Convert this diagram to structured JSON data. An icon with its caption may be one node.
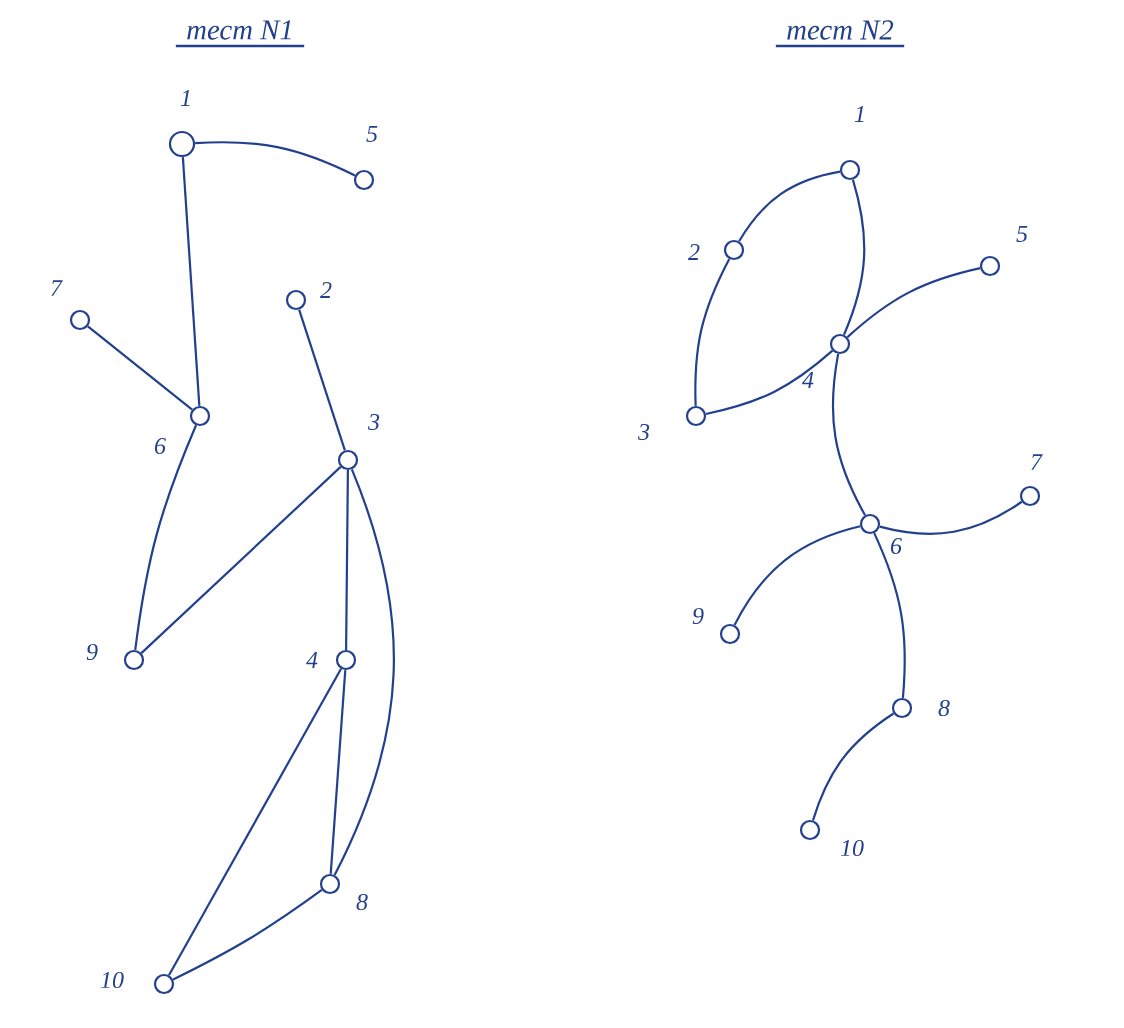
{
  "diagram": {
    "nodes": [
      {
        "text": [],
        "shape": "circle",
        "beside": [
          "1"
        ]
      },
      {
        "text": [],
        "shape": "circle",
        "beside": [
          "5"
        ]
      },
      {
        "text": [],
        "shape": "circle",
        "beside": [
          "7"
        ]
      },
      {
        "text": [],
        "shape": "circle",
        "beside": [
          "2"
        ]
      },
      {
        "text": [],
        "shape": "circle",
        "beside": [
          "6"
        ]
      },
      {
        "text": [],
        "shape": "circle",
        "beside": [
          "3"
        ]
      },
      {
        "text": [],
        "shape": "circle",
        "beside": [
          "9"
        ]
      },
      {
        "text": [],
        "shape": "circle",
        "beside": [
          "4"
        ]
      },
      {
        "text": [],
        "shape": "circle",
        "beside": [
          "8"
        ]
      },
      {
        "text": [],
        "shape": "circle",
        "beside": [
          "10"
        ]
      },
      {
        "text": [],
        "shape": "circle",
        "beside": [
          "1"
        ]
      },
      {
        "text": [],
        "shape": "circle",
        "beside": [
          "2"
        ]
      },
      {
        "text": [],
        "shape": "circle",
        "beside": [
          "5"
        ]
      },
      {
        "text": [],
        "shape": "circle",
        "beside": [
          "4"
        ]
      },
      {
        "text": [],
        "shape": "circle",
        "beside": [
          "3"
        ]
      },
      {
        "text": [],
        "shape": "circle",
        "beside": [
          "6"
        ]
      },
      {
        "text": [],
        "shape": "circle",
        "beside": [
          "7"
        ]
      },
      {
        "text": [],
        "shape": "circle",
        "beside": [
          "9"
        ]
      },
      {
        "text": [],
        "shape": "circle",
        "beside": [
          "8"
        ]
      },
      {
        "text": [],
        "shape": "circle",
        "beside": [
          "10"
        ]
      }
    ],
    "edges": [
      {
        "from": 0,
        "to": 1,
        "arrow": "none"
      },
      {
        "from": 0,
        "to": 4,
        "arrow": "none"
      },
      {
        "from": 2,
        "to": 4,
        "arrow": "none"
      },
      {
        "from": 4,
        "to": 6,
        "arrow": "none"
      },
      {
        "from": 6,
        "to": 5,
        "arrow": "none"
      },
      {
        "from": 3,
        "to": 5,
        "arrow": "none"
      },
      {
        "from": 5,
        "to": 7,
        "arrow": "none"
      },
      {
        "from": 5,
        "to": 8,
        "arrow": "none"
      },
      {
        "from": 7,
        "to": 8,
        "arrow": "none"
      },
      {
        "from": 7,
        "to": 9,
        "arrow": "none"
      },
      {
        "from": 9,
        "to": 8,
        "arrow": "none"
      },
      {
        "from": 10,
        "to": 11,
        "arrow": "none"
      },
      {
        "from": 10,
        "to": 13,
        "arrow": "none"
      },
      {
        "from": 11,
        "to": 14,
        "arrow": "none"
      },
      {
        "from": 14,
        "to": 13,
        "arrow": "none"
      },
      {
        "from": 13,
        "to": 12,
        "arrow": "none"
      },
      {
        "from": 13,
        "to": 15,
        "arrow": "none"
      },
      {
        "from": 15,
        "to": 16,
        "arrow": "none"
      },
      {
        "from": 15,
        "to": 17,
        "arrow": "none"
      },
      {
        "from": 15,
        "to": 18,
        "arrow": "none"
      },
      {
        "from": 18,
        "to": 19,
        "arrow": "none"
      }
    ],
    "labels": [
      "тест N1",
      "тест N2"
    ]
  }
}
